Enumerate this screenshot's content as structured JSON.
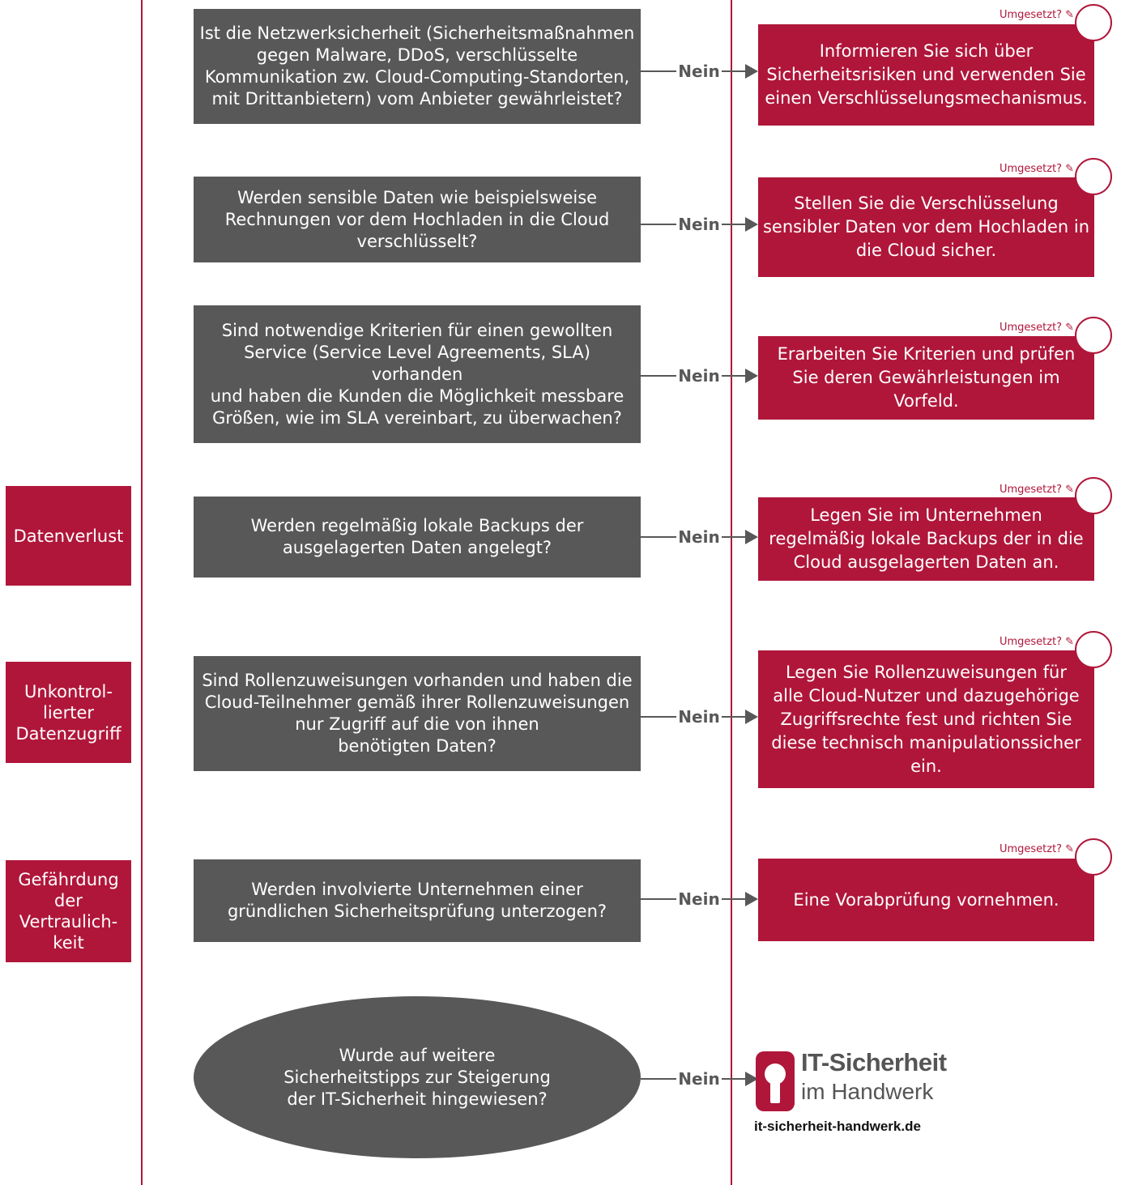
{
  "categories": [
    {
      "label": "Datenverlust"
    },
    {
      "label": "Unkontrol-\nlierter\nDatenzugriff"
    },
    {
      "label": "Gefährdung\nder\nVertraulich-\nkeit"
    }
  ],
  "rows": [
    {
      "question": "Ist die Netzwerksicherheit (Sicherheitsmaßnahmen\ngegen Malware, DDoS, verschlüsselte\nKommunikation zw. Cloud-Computing-Standorten,\nmit Drittanbietern) vom Anbieter gewährleistet?",
      "connector": "Nein",
      "answer": "Informieren Sie sich über\nSicherheitsrisiken und verwenden Sie\neinen Verschlüsselungsmechanismus.",
      "status_label": "Umgesetzt?"
    },
    {
      "question": "Werden sensible Daten wie beispielsweise\nRechnungen vor dem Hochladen in die Cloud\nverschlüsselt?",
      "connector": "Nein",
      "answer": "Stellen Sie die Verschlüsselung\nsensibler Daten vor dem Hochladen in\ndie Cloud sicher.",
      "status_label": "Umgesetzt?"
    },
    {
      "question": "Sind notwendige Kriterien für einen gewollten\nService (Service Level Agreements, SLA) vorhanden\nund haben die Kunden die Möglichkeit messbare\nGrößen, wie im SLA vereinbart, zu überwachen?",
      "connector": "Nein",
      "answer": "Erarbeiten Sie Kriterien und prüfen\nSie deren Gewährleistungen im\nVorfeld.",
      "status_label": "Umgesetzt?"
    },
    {
      "question": "Werden regelmäßig lokale Backups der\nausgelagerten Daten angelegt?",
      "connector": "Nein",
      "answer": "Legen Sie im Unternehmen\nregelmäßig lokale Backups der in die\nCloud ausgelagerten Daten an.",
      "status_label": "Umgesetzt?"
    },
    {
      "question": "Sind Rollenzuweisungen vorhanden und haben die\nCloud-Teilnehmer gemäß ihrer Rollenzuweisungen\nnur Zugriff auf die von ihnen\nbenötigten Daten?",
      "connector": "Nein",
      "answer": "Legen Sie Rollenzuweisungen für\nalle Cloud-Nutzer und dazugehörige\nZugriffsrechte fest und richten Sie\ndiese technisch manipulationssicher\nein.",
      "status_label": "Umgesetzt?"
    },
    {
      "question": "Werden involvierte Unternehmen einer\ngründlichen Sicherheitsprüfung unterzogen?",
      "connector": "Nein",
      "answer": "Eine Vorabprüfung vornehmen.",
      "status_label": "Umgesetzt?"
    }
  ],
  "final": {
    "question": "Wurde auf weitere\nSicherheitstipps zur Steigerung\nder IT-Sicherheit hingewiesen?",
    "connector": "Nein"
  },
  "logo": {
    "title": "IT-Sicherheit",
    "subtitle": "im Handwerk",
    "url": "it-sicherheit-handwerk.de"
  },
  "icons": {
    "status_icon": "pencil-icon",
    "logo_icon": "keyhole-icon"
  },
  "colors": {
    "accent": "#b0163a",
    "question_bg": "#585858",
    "text_light": "#ffffff"
  }
}
